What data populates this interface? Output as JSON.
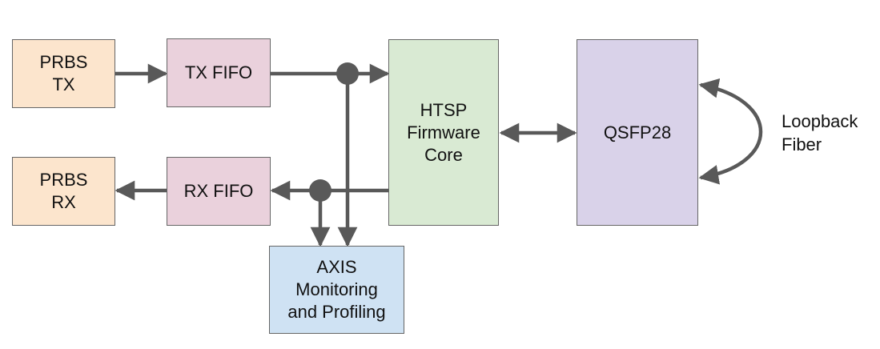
{
  "colors": {
    "prbs": "#fce5cd",
    "fifo": "#ead1dc",
    "core": "#d9ead3",
    "qsfp": "#d9d2e9",
    "axis": "#cfe2f3",
    "connector": "#595959",
    "border": "#666666"
  },
  "nodes": {
    "prbs_tx": {
      "line1": "PRBS",
      "line2": "TX"
    },
    "prbs_rx": {
      "line1": "PRBS",
      "line2": "RX"
    },
    "tx_fifo": {
      "label": "TX FIFO"
    },
    "rx_fifo": {
      "label": "RX FIFO"
    },
    "core": {
      "line1": "HTSP",
      "line2": "Firmware",
      "line3": "Core"
    },
    "qsfp": {
      "label": "QSFP28"
    },
    "axis": {
      "line1": "AXIS",
      "line2": "Monitoring",
      "line3": "and Profiling"
    }
  },
  "loopback": {
    "line1": "Loopback",
    "line2": "Fiber"
  }
}
